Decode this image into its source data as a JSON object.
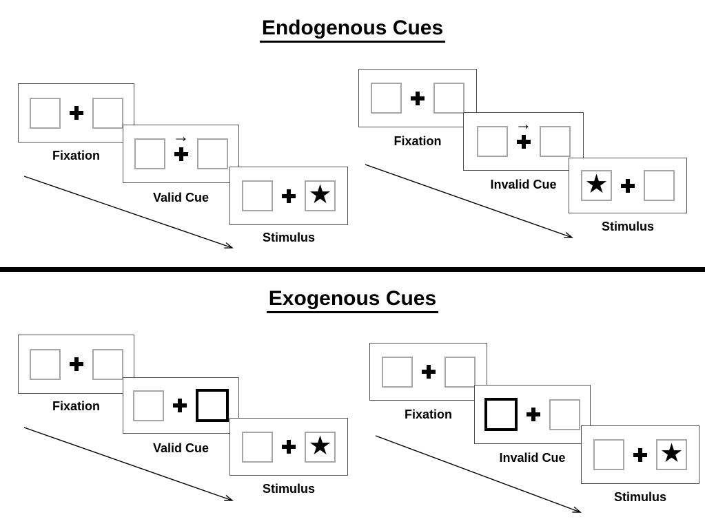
{
  "sections": [
    {
      "title": "Endogenous Cues",
      "cue_style": "central-arrow",
      "trials": [
        {
          "name": "valid",
          "fixation": {
            "label": "Fixation"
          },
          "cue": {
            "label": "Valid Cue",
            "cue_type": "arrow-above-cross",
            "arrow_direction": "right"
          },
          "stimulus": {
            "label": "Stimulus",
            "star_position": "right"
          }
        },
        {
          "name": "invalid",
          "fixation": {
            "label": "Fixation"
          },
          "cue": {
            "label": "Invalid Cue",
            "cue_type": "arrow-above-cross",
            "arrow_direction": "right"
          },
          "stimulus": {
            "label": "Stimulus",
            "star_position": "left"
          }
        }
      ]
    },
    {
      "title": "Exogenous Cues",
      "cue_style": "peripheral-highlight",
      "trials": [
        {
          "name": "valid",
          "fixation": {
            "label": "Fixation"
          },
          "cue": {
            "label": "Valid Cue",
            "cue_type": "highlighted-box",
            "highlight_side": "right"
          },
          "stimulus": {
            "label": "Stimulus",
            "star_position": "right"
          }
        },
        {
          "name": "invalid",
          "fixation": {
            "label": "Fixation"
          },
          "cue": {
            "label": "Invalid Cue",
            "cue_type": "highlighted-box",
            "highlight_side": "left"
          },
          "stimulus": {
            "label": "Stimulus",
            "star_position": "right"
          }
        }
      ]
    }
  ],
  "glyphs": {
    "star": "★",
    "cue_arrow": "→"
  },
  "colors": {
    "panel_border": "#4d4d4d",
    "box_border": "#a6a6a6",
    "highlight_border": "#000000",
    "ink": "#000000",
    "divider": "#000000"
  }
}
